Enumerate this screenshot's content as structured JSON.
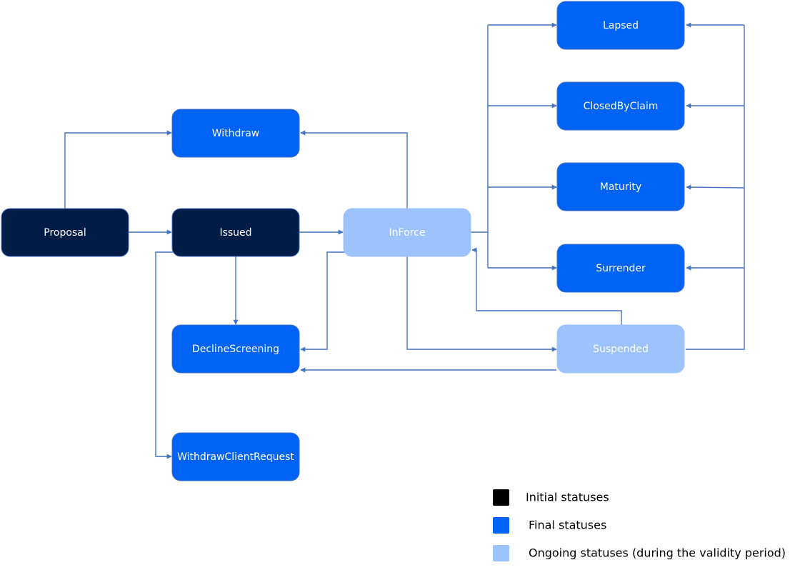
{
  "colors": {
    "initial": "#001c47",
    "final": "#0063f5",
    "ongoing": "#9cc3fb",
    "arrow": "#4472c4"
  },
  "nodes": {
    "proposal": {
      "label": "Proposal",
      "kind": "initial"
    },
    "issued": {
      "label": "Issued",
      "kind": "initial"
    },
    "withdraw": {
      "label": "Withdraw",
      "kind": "final"
    },
    "inforce": {
      "label": "InForce",
      "kind": "ongoing"
    },
    "decline": {
      "label": "DeclineScreening",
      "kind": "final"
    },
    "withdraw_client": {
      "label": "WithdrawClientRequest",
      "kind": "final"
    },
    "lapsed": {
      "label": "Lapsed",
      "kind": "final"
    },
    "closed": {
      "label": "ClosedByClaim",
      "kind": "final"
    },
    "maturity": {
      "label": "Maturity",
      "kind": "final"
    },
    "surrender": {
      "label": "Surrender",
      "kind": "final"
    },
    "suspended": {
      "label": "Suspended",
      "kind": "ongoing"
    }
  },
  "legend": {
    "initial": "Initial statuses",
    "final": "Final statuses",
    "ongoing": "Ongoing statuses (during the validity period)"
  }
}
